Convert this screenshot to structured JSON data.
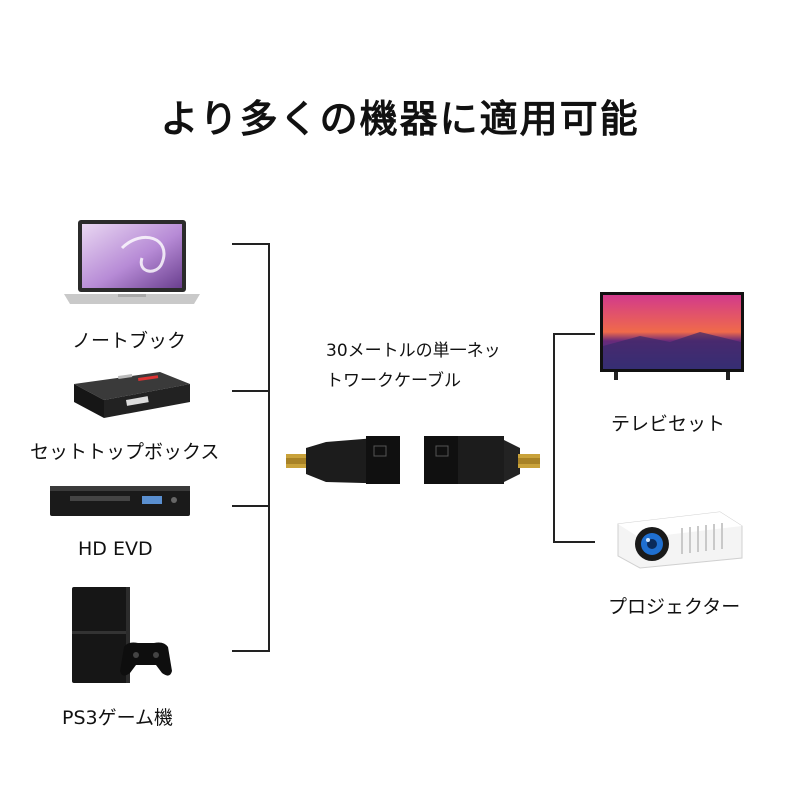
{
  "title": "より多くの機器に適用可能",
  "sources": [
    {
      "label": "ノートブック",
      "icon": "laptop-icon"
    },
    {
      "label": "セットトップボックス",
      "icon": "set-top-box-icon"
    },
    {
      "label": "HD EVD",
      "icon": "dvd-player-icon"
    },
    {
      "label": "PS3ゲーム機",
      "icon": "game-console-icon"
    }
  ],
  "cable": {
    "line1": "30メートルの単一ネッ",
    "line2": "トワークケーブル",
    "icon": "hdmi-extender-icon"
  },
  "outputs": [
    {
      "label": "テレビセット",
      "icon": "television-icon"
    },
    {
      "label": "プロジェクター",
      "icon": "projector-icon"
    }
  ],
  "colors": {
    "line": "#222222",
    "device": "#1c1c1c",
    "gold": "#c9a23a"
  }
}
